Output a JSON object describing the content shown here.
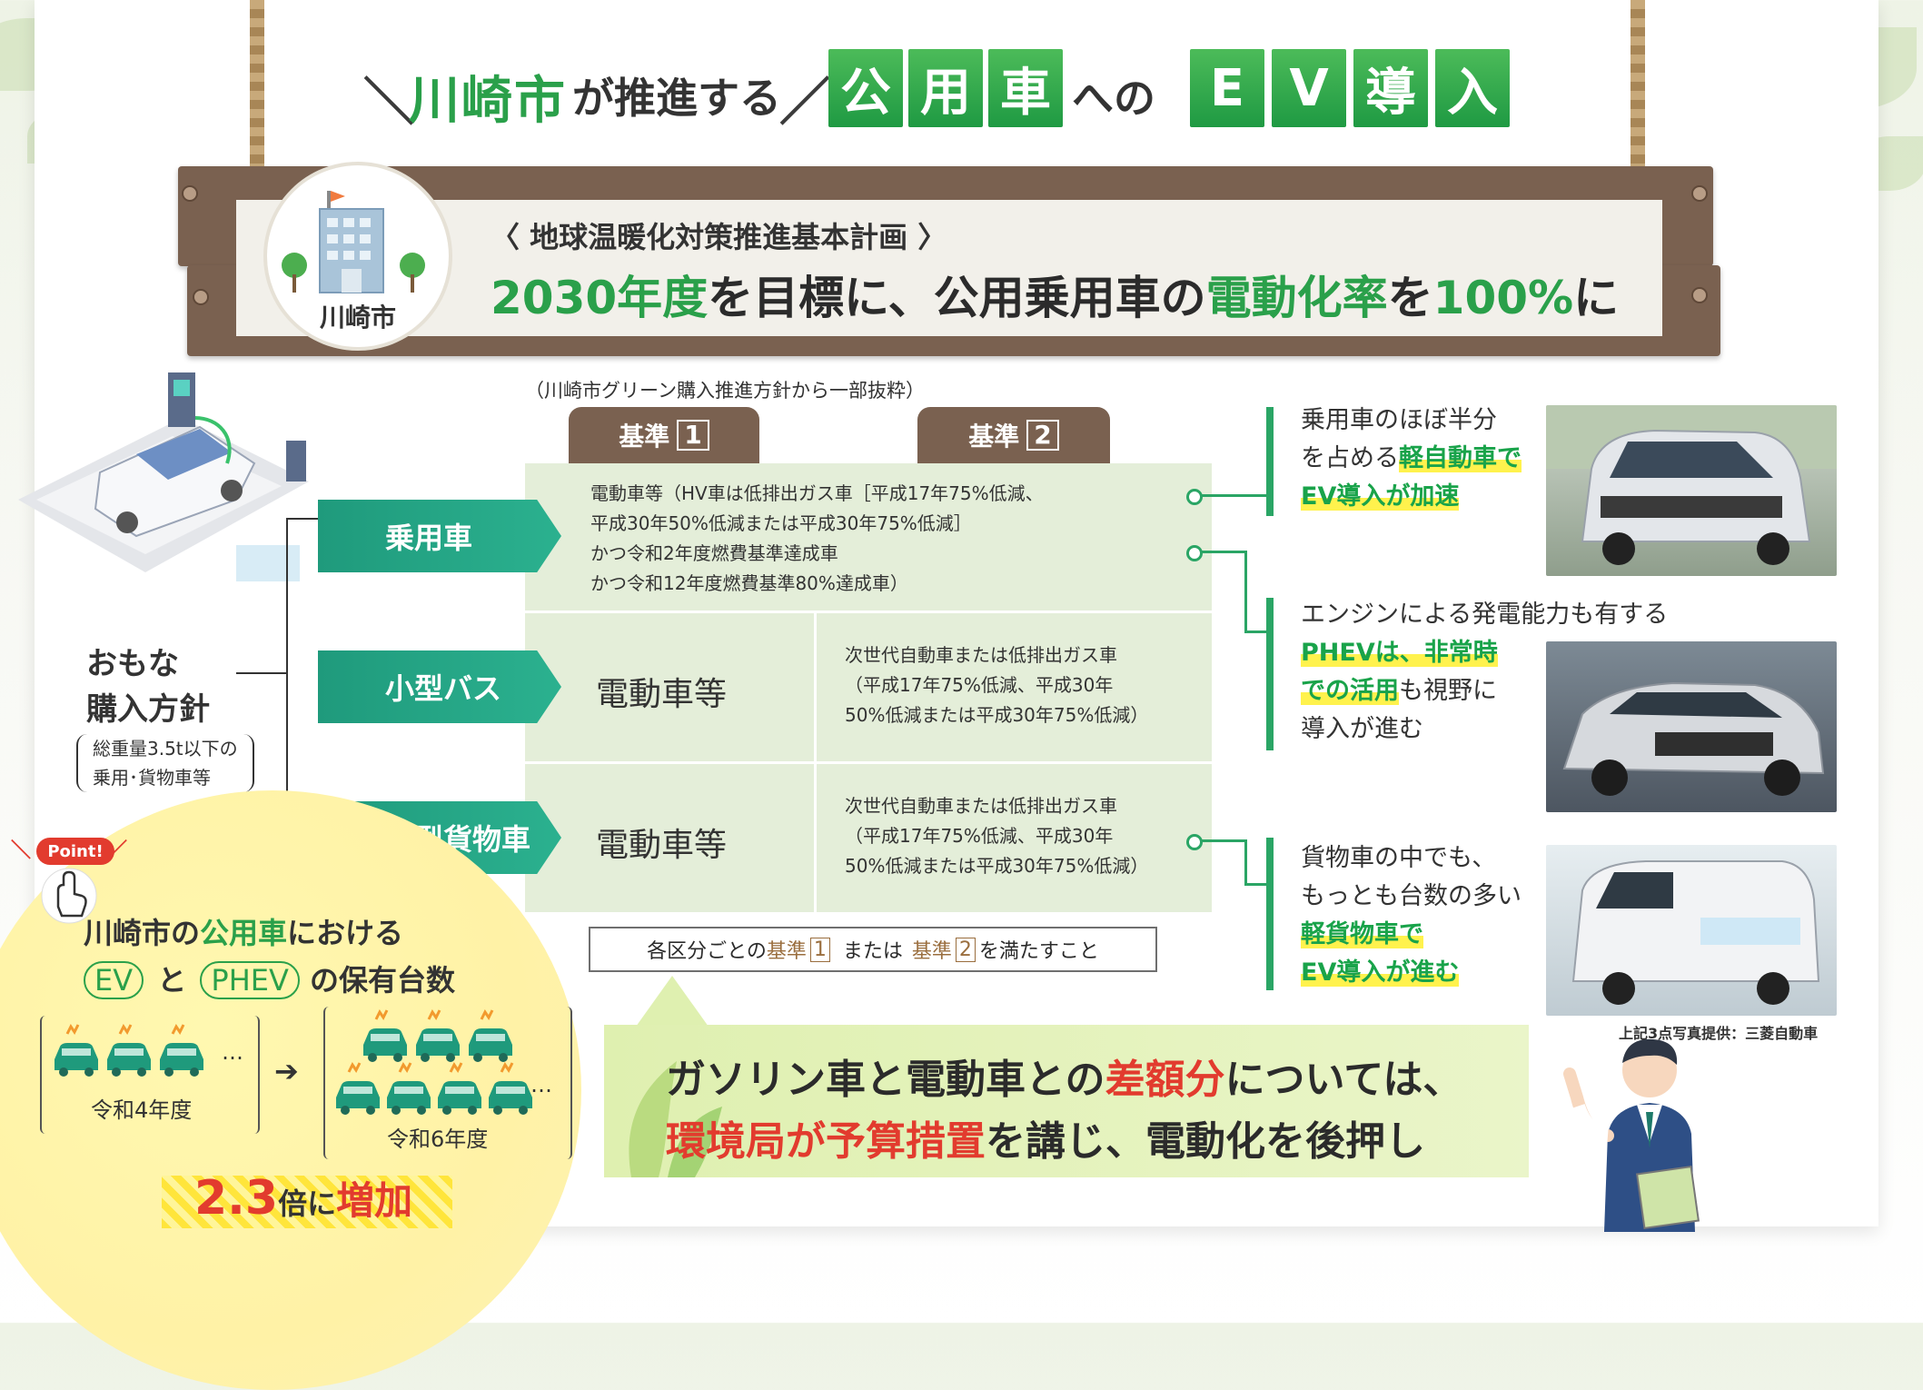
{
  "title": {
    "part1": "川崎市",
    "part2": "が推進する",
    "tiles_a": [
      "公",
      "用",
      "車"
    ],
    "connector": "への",
    "tiles_b": [
      "E",
      "V",
      "導",
      "入"
    ]
  },
  "banner": {
    "building_label": "川崎市",
    "subtitle": "〈 地球温暖化対策推進基本計画 〉",
    "main": [
      {
        "t": "2030年度",
        "c": "green"
      },
      {
        "t": "を目標に、公用乗用車の",
        "c": "dark"
      },
      {
        "t": "電動化率",
        "c": "green"
      },
      {
        "t": "を",
        "c": "dark"
      },
      {
        "t": "100%",
        "c": "green"
      },
      {
        "t": "に",
        "c": "dark"
      }
    ]
  },
  "source_note": "（川崎市グリーン購入推進方針から一部抜粋）",
  "headers": [
    {
      "label": "基準",
      "num": "1"
    },
    {
      "label": "基準",
      "num": "2"
    }
  ],
  "policy": {
    "title_line1": "おもな",
    "title_line2": "購入方針",
    "sub_line1": "総重量3.5t以下の",
    "sub_line2": "乗用･貨物車等"
  },
  "rows": [
    {
      "label": "乗用車",
      "lines": [
        "電動車等（HV車は低排出ガス車［平成17年75%低減、",
        "平成30年50%低減または平成30年75%低減］",
        "かつ令和2年度燃費基準達成車",
        "かつ令和12年度燃費基準80%達成車）"
      ]
    },
    {
      "label": "小型バス",
      "std1": "電動車等",
      "std2": [
        "次世代自動車または低排出ガス車",
        "（平成17年75%低減、平成30年",
        "50%低減または平成30年75%低減）"
      ]
    },
    {
      "label": "小型貨物車",
      "std1": "電動車等",
      "std2": [
        "次世代自動車または低排出ガス車",
        "（平成17年75%低減、平成30年",
        "50%低減または平成30年75%低減）"
      ]
    }
  ],
  "table_note": {
    "pre": "各区分ごとの",
    "k1": "基準",
    "n1": "1",
    "mid": "または",
    "k2": "基準",
    "n2": "2",
    "post": "を満たすこと"
  },
  "right": [
    {
      "line1": "乗用車のほぼ半分",
      "line2a": "を占める",
      "line2b": "軽自動車で",
      "line3": "EV導入が加速"
    },
    {
      "line1": "エンジンによる発電能力も有する",
      "line2": "PHEVは、非常時",
      "line3a": "での活用",
      "line3b": "も視野に",
      "line4": "導入が進む"
    },
    {
      "line1": "貨物車の中でも、",
      "line2": "もっとも台数の多い",
      "line3": "軽貨物車で",
      "line4": "EV導入が進む"
    }
  ],
  "photo_credit": "上記3点写真提供：三菱自動車",
  "point": {
    "badge": "Point!",
    "line1a": "川崎市の",
    "line1b": "公用車",
    "line1c": "における",
    "pill1": "EV",
    "and": "と",
    "pill2": "PHEV",
    "line2c": "の保有台数",
    "before_label": "令和4年度",
    "after_label": "令和6年度",
    "ellipsis": "…",
    "arrow": "➔",
    "result_num": "2.3",
    "result_mid": "倍に",
    "result_end": "増加"
  },
  "bottom": {
    "l1a": "ガソリン車と電動車との",
    "l1b": "差額分",
    "l1c": "については、",
    "l2a": "環境局が予算措置",
    "l2b": "を講じ、電動化を後押し"
  },
  "colors": {
    "green": "#2aa04a",
    "teal": "#1f9a7c",
    "brown": "#7a6150",
    "red": "#e23b2e",
    "yellow": "#fff24d"
  }
}
